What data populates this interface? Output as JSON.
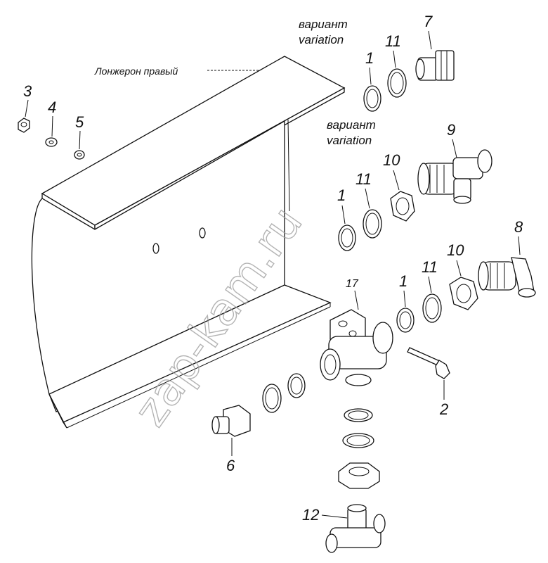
{
  "labels": {
    "spar": "Лонжерон правый",
    "variant_ru_1": "вариант",
    "variant_en_1": "variation",
    "variant_ru_2": "вариант",
    "variant_en_2": "variation",
    "n1a": "1",
    "n1b": "1",
    "n1c": "1",
    "n2": "2",
    "n3": "3",
    "n4": "4",
    "n5": "5",
    "n6": "6",
    "n7": "7",
    "n8": "8",
    "n9": "9",
    "n10a": "10",
    "n10b": "10",
    "n11a": "11",
    "n11b": "11",
    "n11c": "11",
    "n12": "12",
    "n17": "17"
  },
  "watermark": "zap-kam.ru",
  "colors": {
    "line": "#111111",
    "watermark": "#9a9a9a",
    "background": "#ffffff"
  }
}
